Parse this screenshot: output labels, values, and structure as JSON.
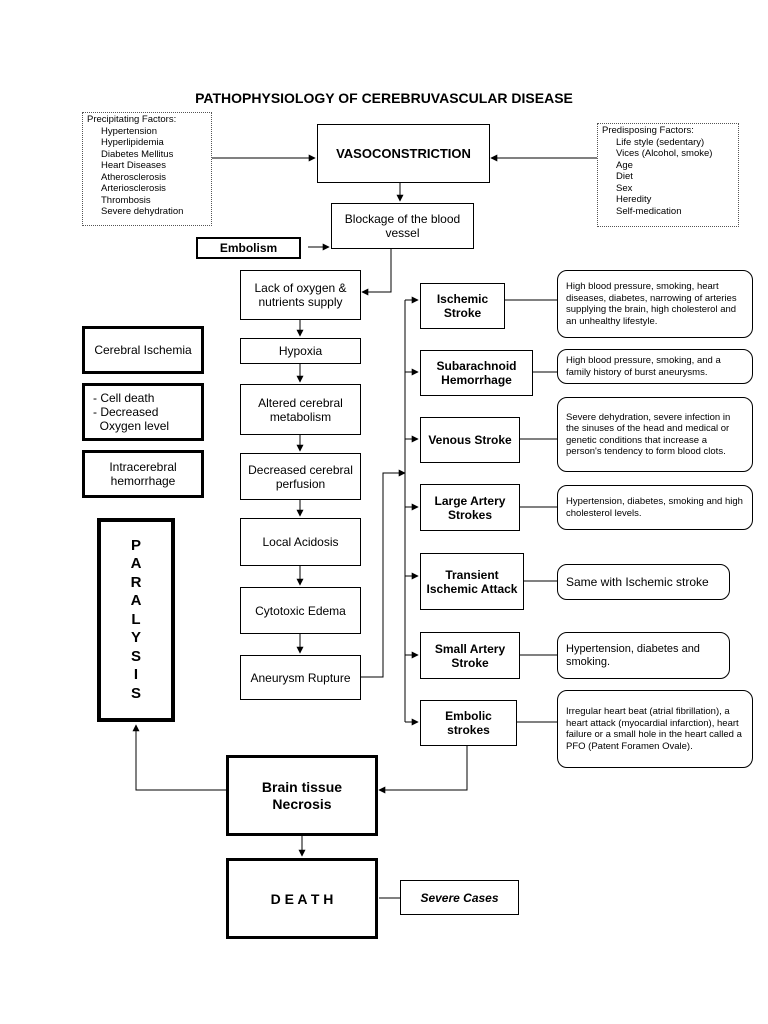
{
  "title": "PATHOPHYSIOLOGY OF CEREBRUVASCULAR DISEASE",
  "precipitating": {
    "heading": "Precipitating Factors:",
    "items": [
      "Hypertension",
      "Hyperlipidemia",
      "Diabetes Mellitus",
      "Heart Diseases",
      "Atherosclerosis",
      "Arteriosclerosis",
      "Thrombosis",
      "Severe dehydration"
    ]
  },
  "predisposing": {
    "heading": "Predisposing Factors:",
    "items": [
      "Life style (sedentary)",
      "Vices (Alcohol, smoke)",
      "Age",
      "Diet",
      "Sex",
      "Heredity",
      "Self-medication"
    ]
  },
  "flow": {
    "vasoconstriction": "VASOCONSTRICTION",
    "blockage": "Blockage of the blood vessel",
    "embolism": "Embolism",
    "lack_oxygen": "Lack of oxygen & nutrients supply",
    "hypoxia": "Hypoxia",
    "altered_metabolism": "Altered cerebral metabolism",
    "decreased_perfusion": "Decreased cerebral perfusion",
    "local_acidosis": "Local Acidosis",
    "cytotoxic_edema": "Cytotoxic Edema",
    "aneurysm_rupture": "Aneurysm Rupture",
    "brain_necrosis": "Brain tissue Necrosis",
    "death": "D E A T H",
    "severe_cases": "Severe Cases"
  },
  "left_effects": {
    "cerebral_ischemia": "Cerebral Ischemia",
    "cell_death_lines": [
      "- Cell death",
      "- Decreased",
      "  Oxygen level"
    ],
    "intracerebral": "Intracerebral hemorrhage",
    "paralysis_letters": [
      "P",
      "A",
      "R",
      "A",
      "L",
      "Y",
      "S",
      "I",
      "S"
    ]
  },
  "strokes": [
    {
      "label": "Ischemic Stroke",
      "cause": "High blood pressure, smoking, heart diseases, diabetes, narrowing of arteries supplying the brain, high cholesterol and an unhealthy lifestyle."
    },
    {
      "label": "Subarachnoid Hemorrhage",
      "cause": "High blood pressure, smoking, and a family history of burst aneurysms."
    },
    {
      "label": "Venous Stroke",
      "cause": "Severe dehydration, severe infection in the sinuses of the head and medical or genetic conditions that increase a person's tendency to form blood clots."
    },
    {
      "label": "Large Artery Strokes",
      "cause": "Hypertension, diabetes, smoking and high cholesterol levels."
    },
    {
      "label": "Transient Ischemic Attack",
      "cause": "Same with Ischemic stroke"
    },
    {
      "label": "Small Artery Stroke",
      "cause": "Hypertension, diabetes and smoking."
    },
    {
      "label": "Embolic strokes",
      "cause": "Irregular heart beat (atrial fibrillation), a heart attack (myocardial infarction), heart failure or a small hole in the heart called a PFO (Patent Foramen Ovale)."
    }
  ]
}
